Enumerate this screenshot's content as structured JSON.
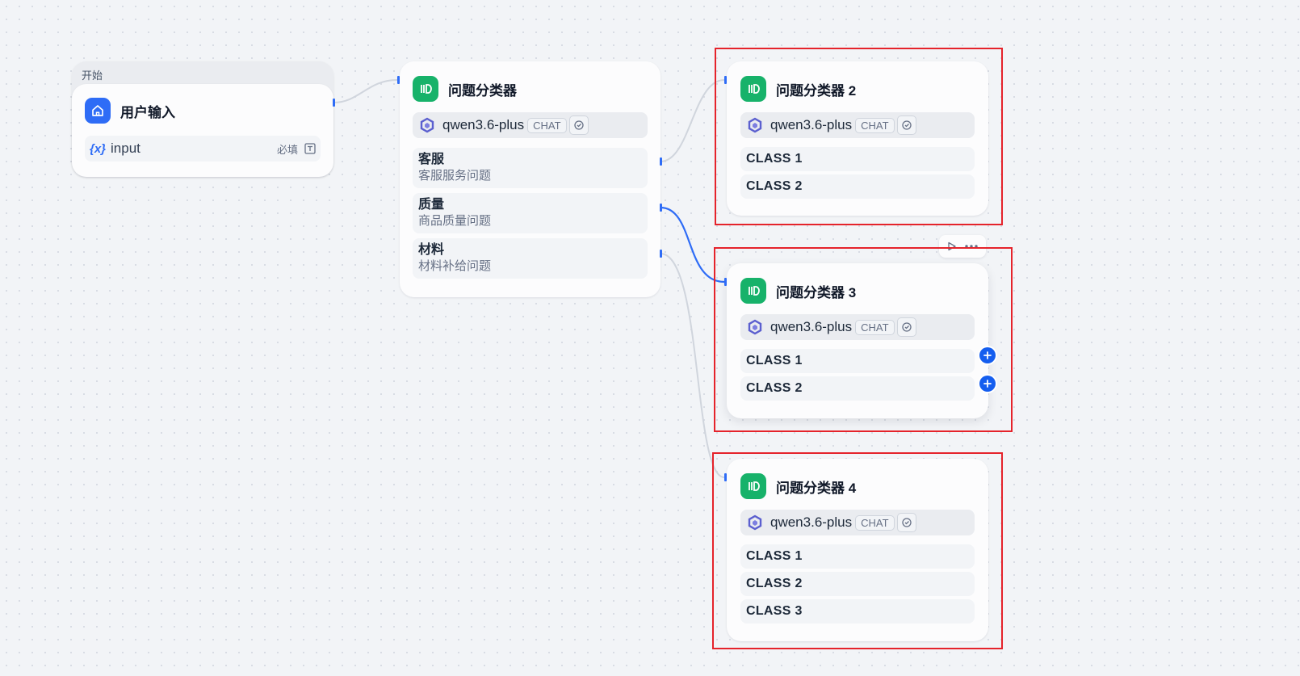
{
  "start_node": {
    "group_label": "开始",
    "title": "用户输入",
    "variable": {
      "symbol": "{x}",
      "name": "input",
      "required_label": "必填"
    }
  },
  "classifier_1": {
    "title": "问题分类器",
    "model": {
      "name": "qwen3.6-plus",
      "mode": "CHAT"
    },
    "topics": [
      {
        "name": "客服",
        "desc": "客服服务问题"
      },
      {
        "name": "质量",
        "desc": "商品质量问题"
      },
      {
        "name": "材料",
        "desc": "材料补给问题"
      }
    ]
  },
  "classifier_2": {
    "title": "问题分类器 2",
    "model": {
      "name": "qwen3.6-plus",
      "mode": "CHAT"
    },
    "classes": [
      "CLASS 1",
      "CLASS 2"
    ]
  },
  "classifier_3": {
    "title": "问题分类器 3",
    "model": {
      "name": "qwen3.6-plus",
      "mode": "CHAT"
    },
    "classes": [
      "CLASS 1",
      "CLASS 2"
    ]
  },
  "classifier_4": {
    "title": "问题分类器 4",
    "model": {
      "name": "qwen3.6-plus",
      "mode": "CHAT"
    },
    "classes": [
      "CLASS 1",
      "CLASS 2",
      "CLASS 3"
    ]
  },
  "colors": {
    "accent": "#2e6cf6",
    "classifier_icon": "#17b26a",
    "highlight_box": "#e5232b",
    "edge_default": "#d0d5dd",
    "edge_active": "#2e6cf6"
  },
  "icons": {
    "start": "home-icon",
    "classifier": "classifier-icon",
    "model": "qwen-logo-icon",
    "model_setting": "model-settings-icon",
    "required": "text-field-icon",
    "add": "plus-icon",
    "run": "play-icon",
    "more": "more-horizontal-icon"
  }
}
